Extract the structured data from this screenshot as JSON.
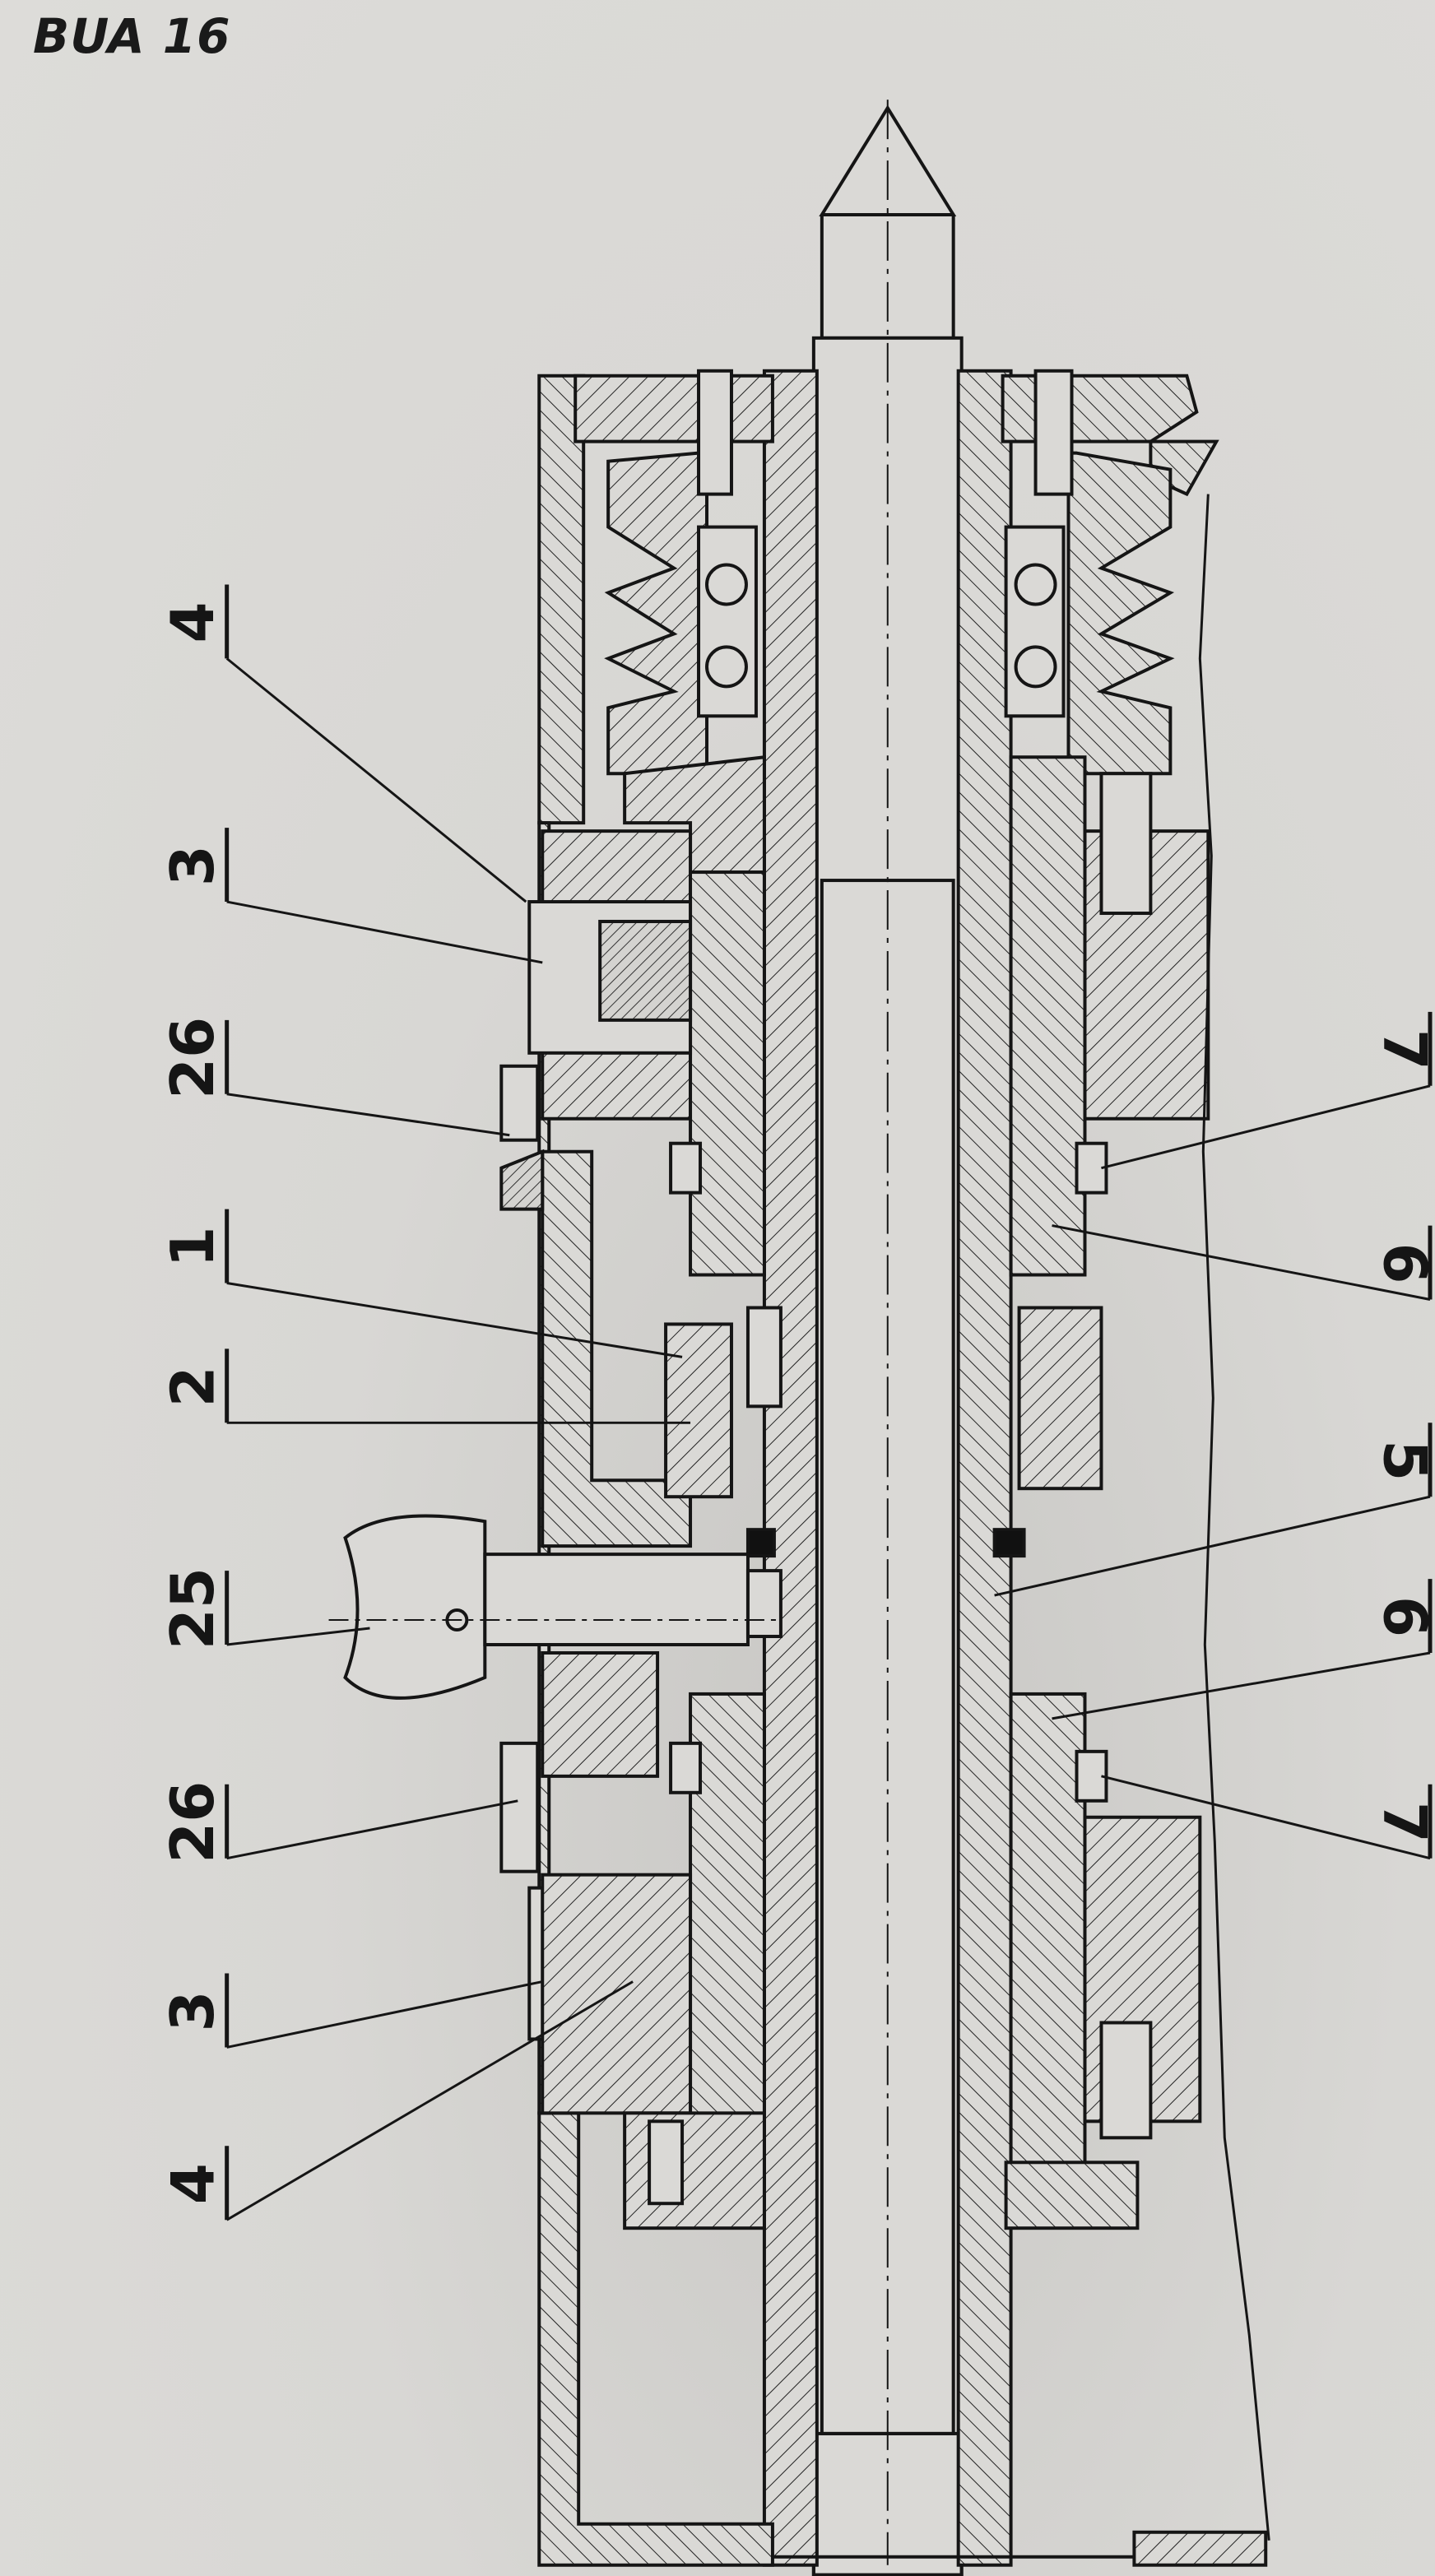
{
  "title": "BUA 16",
  "left_labels": [
    "4",
    "3",
    "26",
    "1",
    "2",
    "25",
    "26",
    "3",
    "4"
  ],
  "right_labels": [
    "7",
    "6",
    "5",
    "6",
    "7"
  ],
  "colors": {
    "ink": "#151515",
    "paper": "#d8d7d4"
  }
}
